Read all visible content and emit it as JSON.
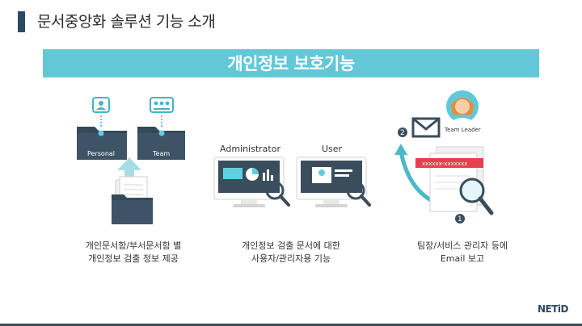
{
  "header": {
    "title": "문서중앙화 솔루션 기능 소개"
  },
  "banner": {
    "text": "개인정보 보호기능"
  },
  "panel1": {
    "folders": [
      "Personal",
      "Team"
    ],
    "caption_line1": "개인문서함/부서문서함 별",
    "caption_line2": "개인정보 검출 정보 제공"
  },
  "panel2": {
    "labels": [
      "Administrator",
      "User"
    ],
    "caption_line1": "개인정보 검출 문서에 대한",
    "caption_line2": "사용자/관리자용 기능"
  },
  "panel3": {
    "badge": "Team Leader",
    "masked": "xxxxxx-xxxxxxx",
    "step1": "1",
    "step2": "2",
    "caption_line1": "팀장/서비스 관리자 등에",
    "caption_line2": "Email 보고"
  },
  "logo": {
    "text": "NETiD"
  },
  "colors": {
    "accent": "#62c8d8",
    "navy": "#2e4a63",
    "red": "#e5404c",
    "teal": "#42b4c4",
    "folder": "#3a4d5c"
  }
}
